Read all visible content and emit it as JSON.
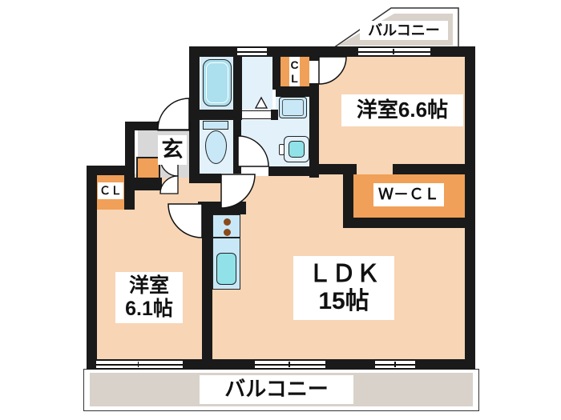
{
  "title": "2LDK floor plan",
  "colors": {
    "wall": "#1a1a1a",
    "outline": "#222222",
    "peach": "#f7d5b5",
    "orange": "#f0a058",
    "genkan_gray": "#d8d8d8",
    "balcony_gray": "#d9d2ca",
    "bath_fill": "#d5eaf7",
    "wash_fill": "#e3f1fb",
    "fixture_fill": "#c9e8f7",
    "fixture_teal": "#90e2e8",
    "burner": "#8a4a1a",
    "white": "#ffffff"
  },
  "labels": {
    "bedroom1": "洋室6.6帖",
    "bedroom2_l1": "洋室",
    "bedroom2_l2": "6.1帖",
    "ldk_l1": "ＬＤＫ",
    "ldk_l2": "15帖",
    "wcl": "Ｗ－ＣＬ",
    "cl_left": "ＣＬ",
    "cl_top_c": "C",
    "cl_top_l": "L",
    "genkan": "玄",
    "balcony_top": "バルコニー",
    "balcony_bottom": "バルコニー"
  }
}
